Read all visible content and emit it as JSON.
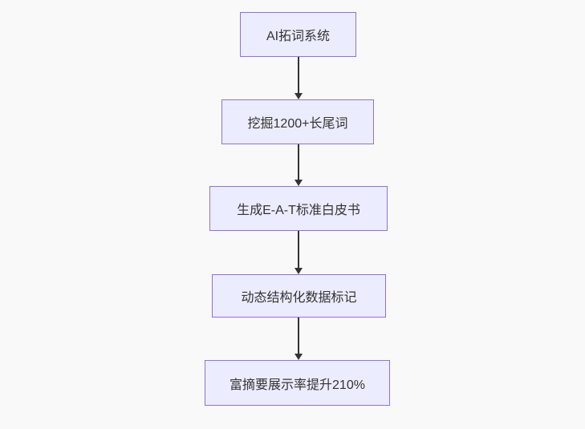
{
  "flowchart": {
    "direction": "top-down",
    "nodes": [
      {
        "id": "n1",
        "label": "AI拓词系统"
      },
      {
        "id": "n2",
        "label": "挖掘1200+长尾词"
      },
      {
        "id": "n3",
        "label": "生成E-A-T标准白皮书"
      },
      {
        "id": "n4",
        "label": "动态结构化数据标记"
      },
      {
        "id": "n5",
        "label": "富摘要展示率提升210%"
      }
    ],
    "edges": [
      {
        "from": "n1",
        "to": "n2"
      },
      {
        "from": "n2",
        "to": "n3"
      },
      {
        "from": "n3",
        "to": "n4"
      },
      {
        "from": "n4",
        "to": "n5"
      }
    ],
    "colors": {
      "background": "#f9f9f9",
      "node_fill": "#ECECFF",
      "node_border": "#9370DB",
      "arrow": "#333333",
      "text": "#333333"
    }
  }
}
